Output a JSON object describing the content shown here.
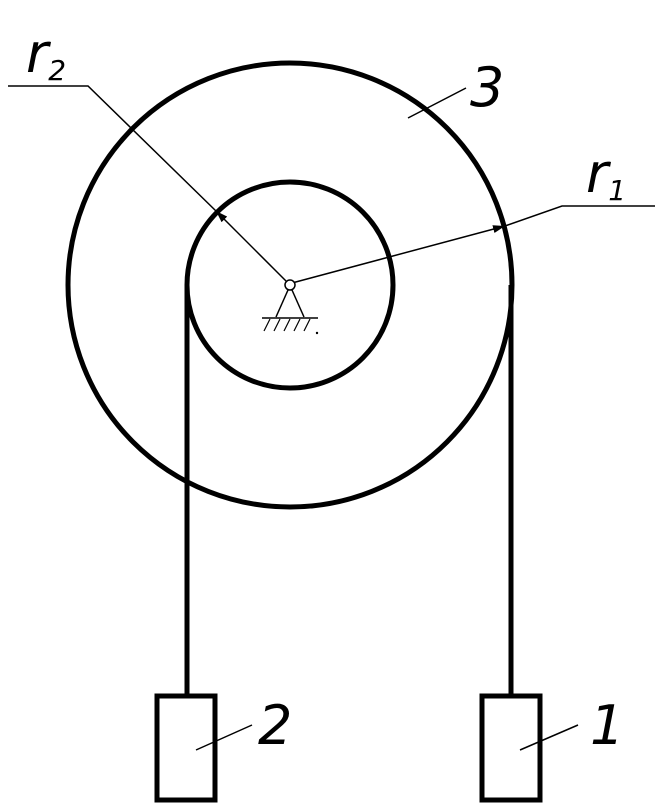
{
  "labels": {
    "r2_main": "r",
    "r2_sub": "2",
    "r1_main": "r",
    "r1_sub": "1",
    "wheel": "3",
    "weight_left": "2",
    "weight_right": "1"
  },
  "colors": {
    "stroke": "#000000",
    "background": "#ffffff"
  }
}
